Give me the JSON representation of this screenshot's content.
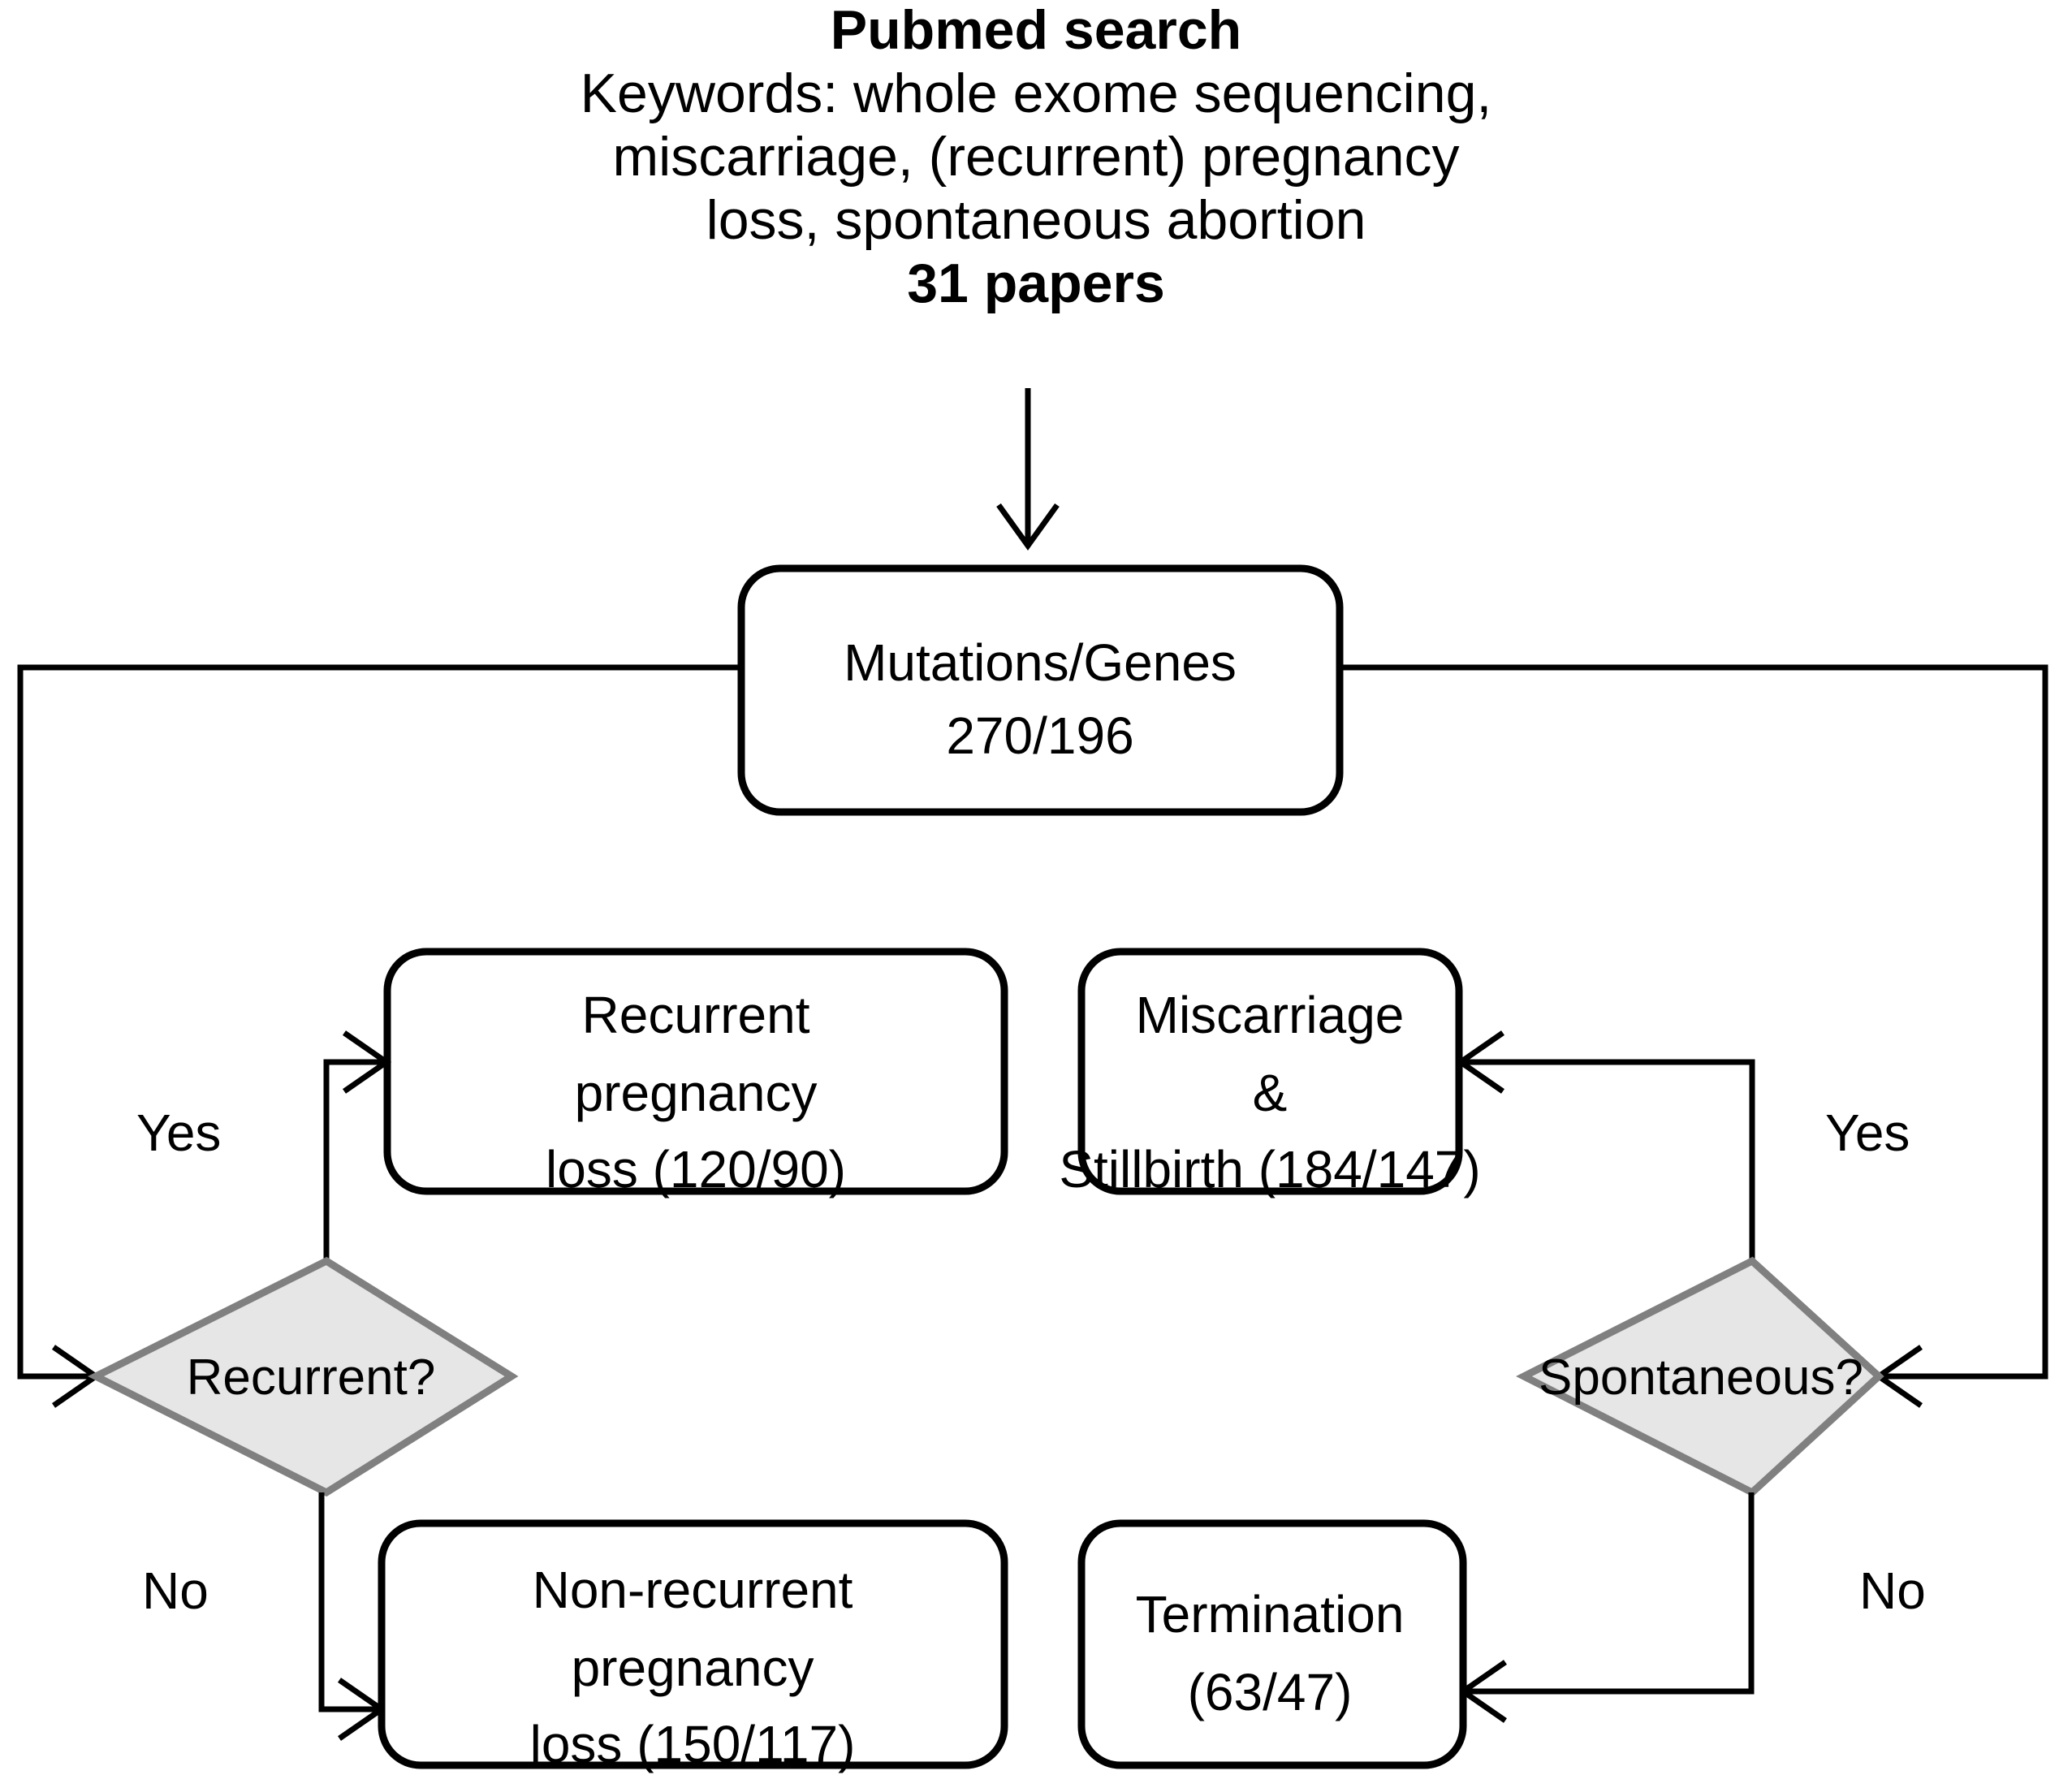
{
  "diagram": {
    "title": "Pubmed search flowchart",
    "colors": {
      "node_fill": "#ffffff",
      "node_stroke": "#000000",
      "decision_fill": "#e6e6e6",
      "decision_stroke": "#808080",
      "background": "#ffffff",
      "text": "#000000"
    },
    "header": {
      "line1": "Pubmed search",
      "line2": "Keywords: whole exome sequencing,",
      "line3": "miscarriage, (recurrent) pregnancy",
      "line4": "loss, spontaneous abortion",
      "line5": "31 papers"
    },
    "nodes": {
      "root": {
        "shape": "rounded-rect",
        "line1": "Mutations/Genes",
        "line2": "270/196"
      },
      "recurrent_loss": {
        "shape": "rounded-rect",
        "line1": "Recurrent",
        "line2": "pregnancy",
        "line3": "loss (120/90)"
      },
      "miscarriage_stillbirth": {
        "shape": "rounded-rect",
        "line1": "Miscarriage",
        "line2": "&",
        "line3": "Stillbirth (184/147)"
      },
      "nonrecurrent_loss": {
        "shape": "rounded-rect",
        "line1": "Non-recurrent",
        "line2": "pregnancy",
        "line3": "loss (150/117)"
      },
      "termination": {
        "shape": "rounded-rect",
        "line1": "Termination",
        "line2": "(63/47)"
      },
      "decision_recurrent": {
        "shape": "diamond",
        "label": "Recurrent?"
      },
      "decision_spontaneous": {
        "shape": "diamond",
        "label": "Spontaneous?"
      }
    },
    "edge_labels": {
      "left_yes": "Yes",
      "left_no": "No",
      "right_yes": "Yes",
      "right_no": "No"
    }
  }
}
